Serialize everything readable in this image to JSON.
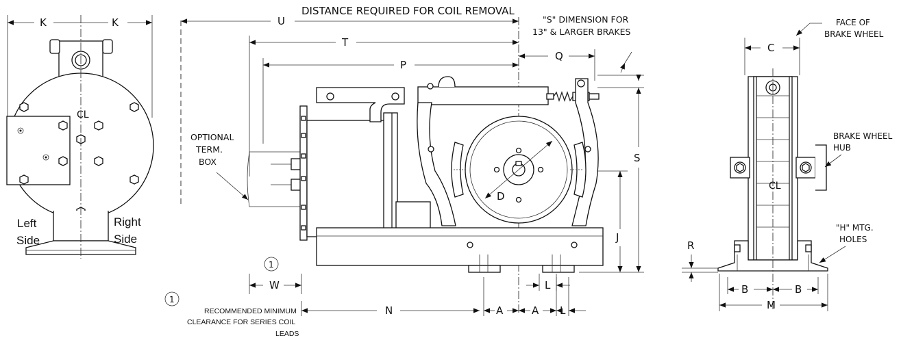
{
  "dimensions": {
    "K": "K",
    "U": "U",
    "T": "T",
    "P": "P",
    "Q": "Q",
    "S": "S",
    "J": "J",
    "D": "D",
    "W": "W",
    "N": "N",
    "A": "A",
    "L": "L",
    "C": "C",
    "R": "R",
    "B": "B",
    "M": "M"
  },
  "labels": {
    "coil_removal": "DISTANCE REQUIRED FOR COIL REMOVAL",
    "s_dimension_line1": "\"S\" DIMENSION FOR",
    "s_dimension_line2": "13\" & LARGER BRAKES",
    "face_line1": "FACE OF",
    "face_line2": "BRAKE WHEEL",
    "hub_line1": "BRAKE WHEEL",
    "hub_line2": "HUB",
    "mtg_line1": "\"H\" MTG.",
    "mtg_line2": "HOLES",
    "term_line1": "OPTIONAL",
    "term_line2": "TERM.",
    "term_line3": "BOX",
    "left_line1": "Left",
    "left_line2": "Side",
    "right_line1": "Right",
    "right_line2": "Side",
    "centerline_left": "CL",
    "centerline_right": "CL",
    "note_number": "1",
    "note_line1": "RECOMMENDED MINIMUM",
    "note_line2": "CLEARANCE FOR SERIES COIL",
    "note_line3": "LEADS"
  }
}
